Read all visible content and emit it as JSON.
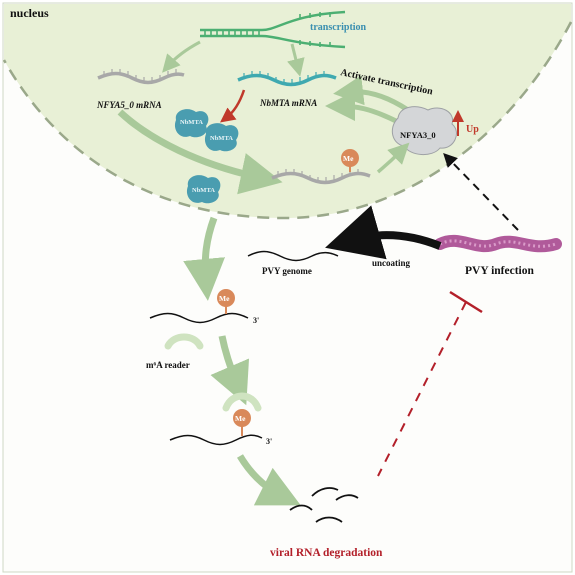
{
  "labels": {
    "nucleus": "nucleus",
    "transcription": "transcription",
    "activate_transcription": "Activate transcription",
    "nfya5_mrna": "NFYA5_0 mRNA",
    "nbmta_mrna": "NbMTA mRNA",
    "nfya3": "NFYA3_0",
    "up": "Up",
    "nbmta_protein": "NbMTA",
    "me": "Me",
    "pvy_genome": "PVY genome",
    "uncoating": "uncoating",
    "pvy_infection": "PVY infection",
    "three_prime": "3'",
    "m6a_reader": "m⁶A reader",
    "viral_rna_degradation": "viral RNA degradation"
  },
  "colors": {
    "nucleus_fill": "#e8f0d6",
    "nucleus_border": "#9aa88a",
    "flow_arrow": "#a9c99a",
    "dna": "#4caf72",
    "mrna_gray": "#a8a8a8",
    "mrna_teal": "#3fa9b0",
    "nbmta": "#4a9db0",
    "me_orange": "#d9895a",
    "up_red": "#c0392b",
    "pvy_purple": "#b05a9a",
    "inhibit_red": "#b3202a",
    "transcription_text": "#3a8fb0"
  }
}
